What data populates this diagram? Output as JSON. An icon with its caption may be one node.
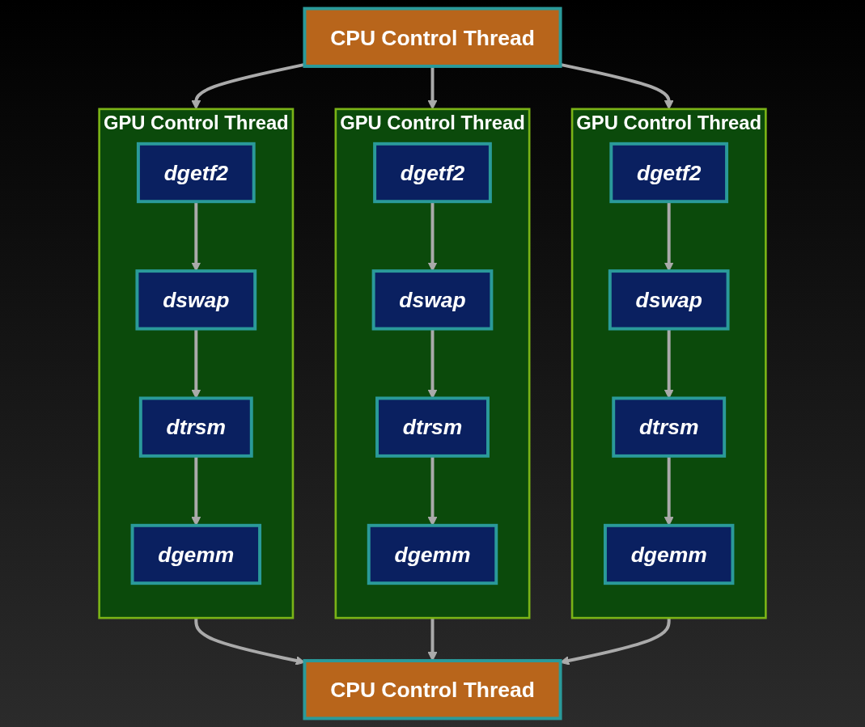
{
  "diagram": {
    "nodes": [
      {
        "text": [
          "CPU Control Thread"
        ]
      },
      {
        "text": [
          "GPU Control Thread"
        ]
      },
      {
        "text": [
          "dgetf2"
        ],
        "in": 1
      },
      {
        "text": [
          "dswap"
        ],
        "in": 1
      },
      {
        "text": [
          "dtrsm"
        ],
        "in": 1
      },
      {
        "text": [
          "dgemm"
        ],
        "in": 1
      },
      {
        "text": [
          "GPU Control Thread"
        ]
      },
      {
        "text": [
          "dgetf2"
        ],
        "in": 6
      },
      {
        "text": [
          "dswap"
        ],
        "in": 6
      },
      {
        "text": [
          "dtrsm"
        ],
        "in": 6
      },
      {
        "text": [
          "dgemm"
        ],
        "in": 6
      },
      {
        "text": [
          "GPU Control Thread"
        ]
      },
      {
        "text": [
          "dgetf2"
        ],
        "in": 11
      },
      {
        "text": [
          "dswap"
        ],
        "in": 11
      },
      {
        "text": [
          "dtrsm"
        ],
        "in": 11
      },
      {
        "text": [
          "dgemm"
        ],
        "in": 11
      },
      {
        "text": [
          "CPU Control Thread"
        ]
      }
    ],
    "edges": [
      {
        "from": 0,
        "to": 1,
        "arrow": "to"
      },
      {
        "from": 0,
        "to": 6,
        "arrow": "to"
      },
      {
        "from": 0,
        "to": 11,
        "arrow": "to"
      },
      {
        "from": 2,
        "to": 3,
        "arrow": "to"
      },
      {
        "from": 3,
        "to": 4,
        "arrow": "to"
      },
      {
        "from": 4,
        "to": 5,
        "arrow": "to"
      },
      {
        "from": 7,
        "to": 8,
        "arrow": "to"
      },
      {
        "from": 8,
        "to": 9,
        "arrow": "to"
      },
      {
        "from": 9,
        "to": 10,
        "arrow": "to"
      },
      {
        "from": 12,
        "to": 13,
        "arrow": "to"
      },
      {
        "from": 13,
        "to": 14,
        "arrow": "to"
      },
      {
        "from": 14,
        "to": 15,
        "arrow": "to"
      },
      {
        "from": 1,
        "to": 16,
        "arrow": "to"
      },
      {
        "from": 6,
        "to": 16,
        "arrow": "to"
      },
      {
        "from": 11,
        "to": 16,
        "arrow": "to"
      }
    ]
  }
}
